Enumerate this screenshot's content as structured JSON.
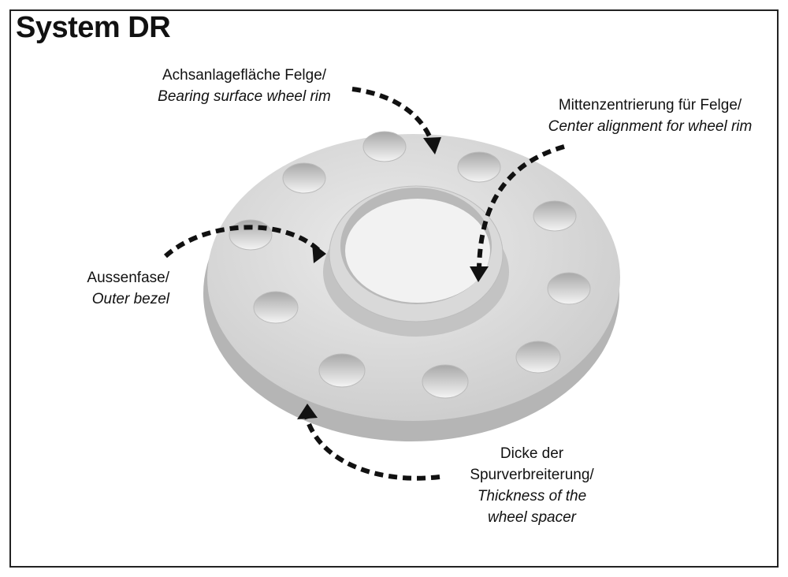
{
  "title": "System DR",
  "labels": {
    "bearing": {
      "de": "Achsanlagefläche Felge/",
      "en": "Bearing surface wheel rim"
    },
    "center": {
      "de": "Mittenzentrierung für Felge/",
      "en": "Center alignment for wheel rim"
    },
    "bezel": {
      "de": "Aussenfase/",
      "en": "Outer bezel"
    },
    "thickness": {
      "de1": "Dicke der",
      "de2": "Spurverbreiterung/",
      "en1": "Thickness of the",
      "en2": "wheel spacer"
    }
  }
}
